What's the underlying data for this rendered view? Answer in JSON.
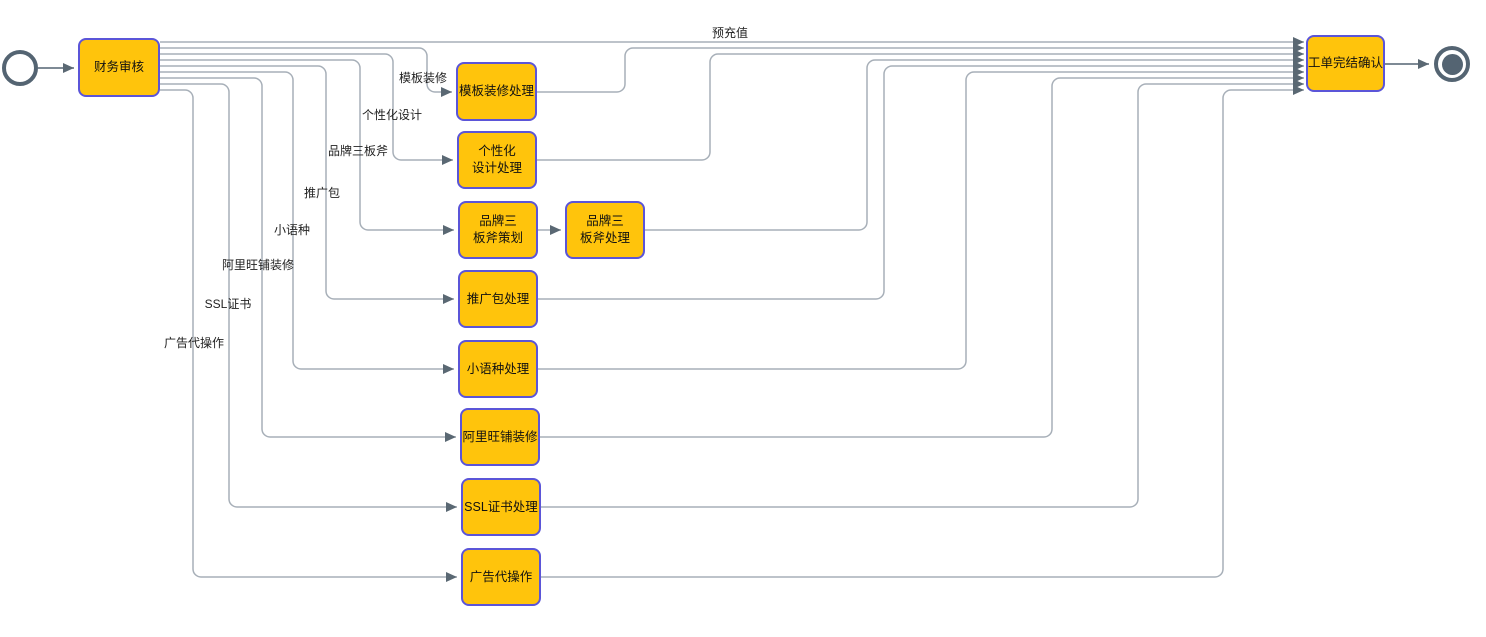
{
  "diagram": {
    "type": "workflow",
    "colors": {
      "node_fill": "#FFC40C",
      "node_border": "#5B55D8",
      "connector": "#A7AFB8",
      "arrowhead": "#5A6873",
      "event_stroke": "#546472",
      "background": "#FFFFFF",
      "text": "#111111"
    },
    "nodes": {
      "finance_review": {
        "label": "财务审核"
      },
      "template_processing": {
        "label": "模板装修处理"
      },
      "personalized_processing": {
        "label": "个性化\n设计处理"
      },
      "brand_planning": {
        "label": "品牌三\n板斧策划"
      },
      "brand_processing": {
        "label": "品牌三\n板斧处理"
      },
      "promo_processing": {
        "label": "推广包处理"
      },
      "minor_language_processing": {
        "label": "小语种处理"
      },
      "wangpu_decoration": {
        "label": "阿里旺铺装修"
      },
      "ssl_processing": {
        "label": "SSL证书处理"
      },
      "ad_agent_operation": {
        "label": "广告代操作"
      },
      "order_completion": {
        "label": "工单完结确认"
      }
    },
    "edge_labels": {
      "prepaid": "预充值",
      "template": "模板装修",
      "personalized": "个性化设计",
      "brand": "品牌三板斧",
      "promo": "推广包",
      "minor_language": "小语种",
      "wangpu": "阿里旺铺装修",
      "ssl": "SSL证书",
      "ad": "广告代操作"
    }
  }
}
